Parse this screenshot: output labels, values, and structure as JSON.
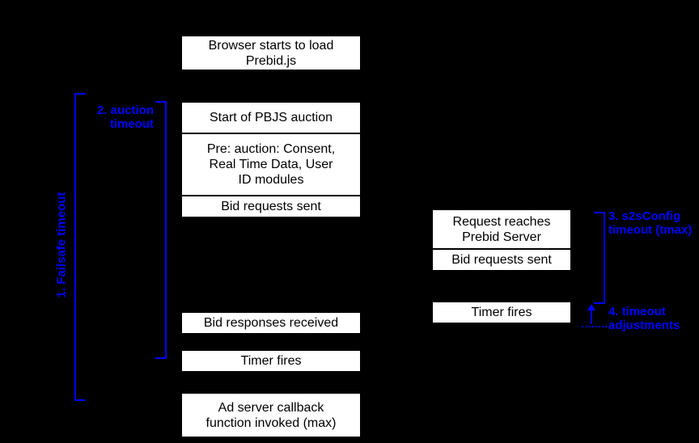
{
  "colors": {
    "background": "#000000",
    "box_background": "#ffffff",
    "box_text": "#000000",
    "annotation_blue": "#0000ff"
  },
  "main_timeline": {
    "browser_load": "Browser starts to load\nPrebid.js",
    "auction_start": "Start of PBJS auction",
    "pre_auction": "Pre: auction: Consent,\nReal Time Data, User\nID modules",
    "bid_requests_sent": "Bid requests sent",
    "bid_responses_received": "Bid responses received",
    "timer_fires": "Timer fires",
    "ad_server_callback": "Ad server callback\nfunction invoked (max)"
  },
  "server_timeline": {
    "request_reaches": "Request reaches\nPrebid Server",
    "bid_requests_sent": "Bid requests sent",
    "timer_fires": "Timer fires"
  },
  "annotations": {
    "failsafe_timeout": "1. Failsafe timeout",
    "auction_timeout": "2. auction\ntimeout",
    "s2s_timeout": "3. s2sConfig\ntimeout (tmax)",
    "timeout_adjustments": "4. timeout\nadjustments"
  }
}
